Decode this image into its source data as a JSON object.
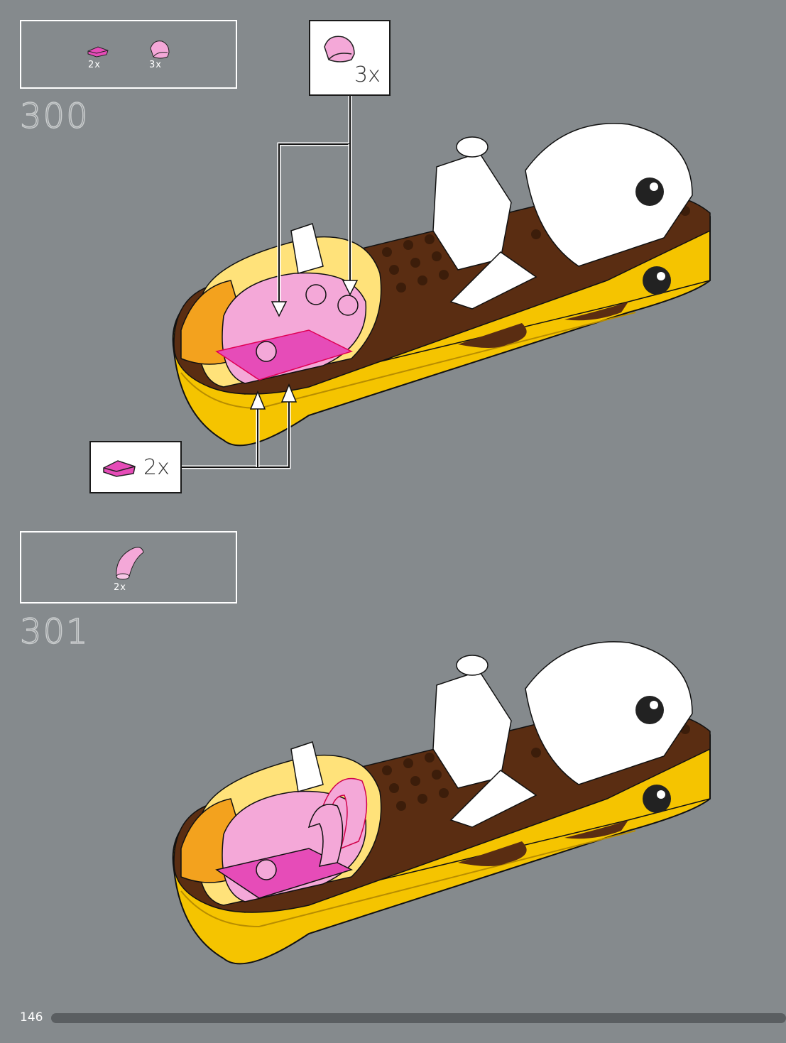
{
  "page": {
    "number": "146",
    "accent": "#ff5cd0",
    "background": "#858a8d"
  },
  "steps": [
    {
      "number": "300",
      "parts": [
        {
          "icon": "pink-wedge-tile-icon",
          "qty": "2x",
          "color": "#e64cb8"
        },
        {
          "icon": "pink-round-brick-icon",
          "qty": "3x",
          "color": "#f4a8d8"
        }
      ],
      "callouts": [
        {
          "icon": "pink-round-brick-icon",
          "qty": "3x"
        },
        {
          "icon": "pink-wedge-tile-icon",
          "qty": "2x"
        }
      ],
      "model_icon": "submarine-model-icon"
    },
    {
      "number": "301",
      "parts": [
        {
          "icon": "pink-curved-pipe-icon",
          "qty": "2x",
          "color": "#f4a8d8"
        }
      ],
      "model_icon": "submarine-model-icon"
    }
  ]
}
